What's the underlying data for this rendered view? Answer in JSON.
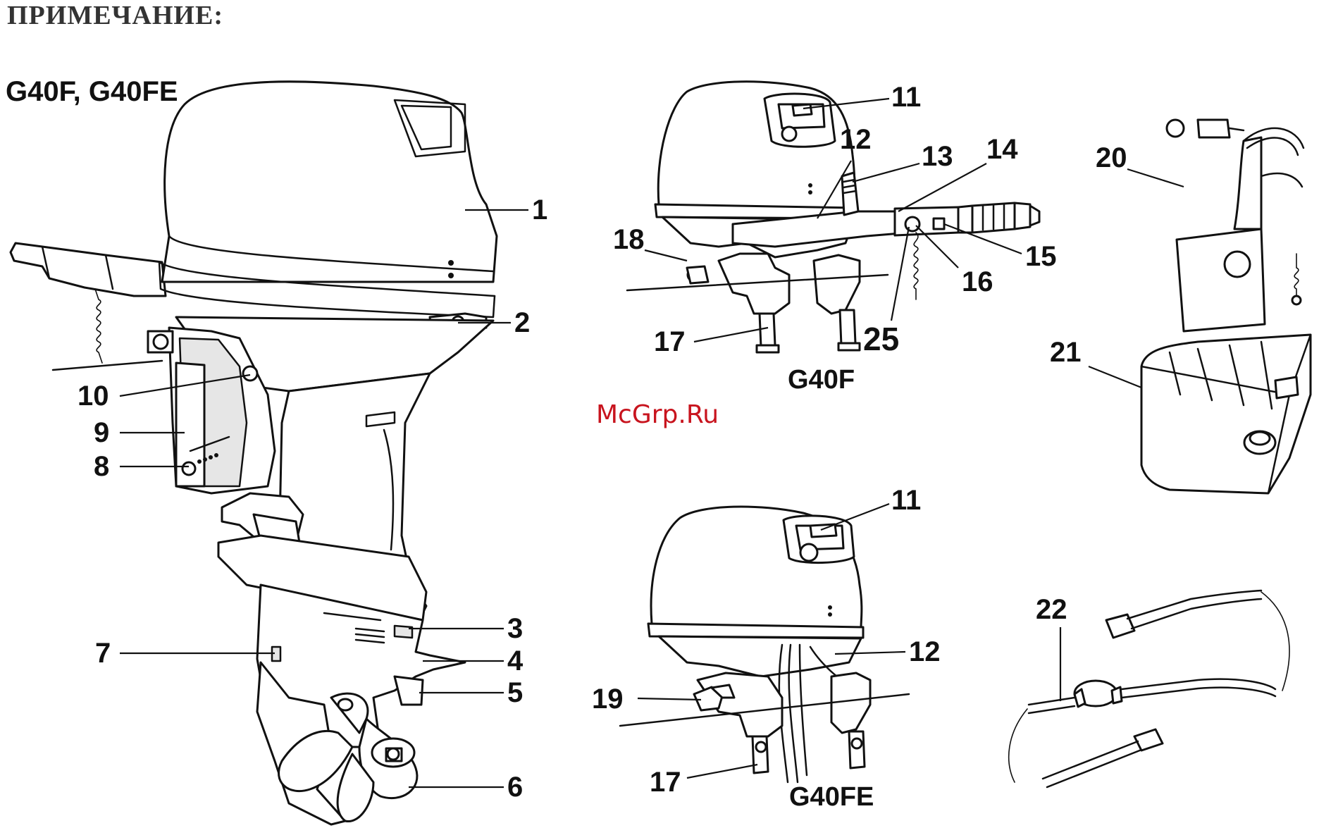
{
  "header": "ПРИМЕЧАНИЕ:",
  "models": {
    "main": "G40F, G40FE",
    "top_right": "G40F",
    "bottom_right": "G40FE"
  },
  "watermark": "McGrp.Ru",
  "callouts": {
    "n1": "1",
    "n2": "2",
    "n3": "3",
    "n4": "4",
    "n5": "5",
    "n6": "6",
    "n7": "7",
    "n8": "8",
    "n9": "9",
    "n10": "10",
    "n11a": "11",
    "n12a": "12",
    "n13": "13",
    "n14": "14",
    "n15": "15",
    "n16": "16",
    "n17a": "17",
    "n18": "18",
    "n25": "25",
    "n11b": "11",
    "n12b": "12",
    "n19": "19",
    "n17b": "17",
    "n20": "20",
    "n21": "21",
    "n22": "22"
  }
}
